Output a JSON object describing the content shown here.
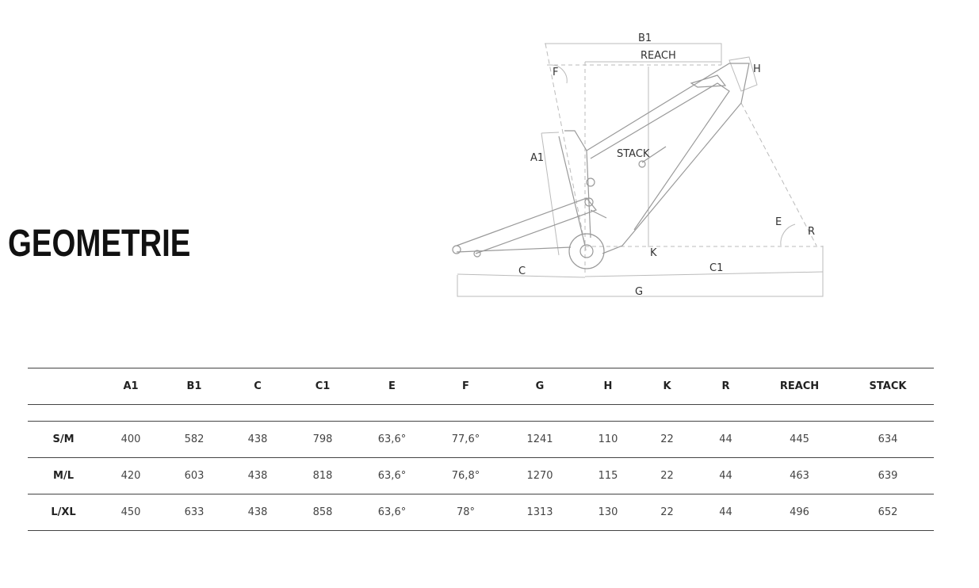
{
  "title": "GEOMETRIE",
  "diagram": {
    "labels": {
      "B1": "B1",
      "REACH": "REACH",
      "F": "F",
      "H": "H",
      "A1": "A1",
      "STACK": "STACK",
      "E": "E",
      "R": "R",
      "K": "K",
      "C": "C",
      "C1": "C1",
      "G": "G"
    }
  },
  "table": {
    "headers": [
      "",
      "A1",
      "B1",
      "C",
      "C1",
      "E",
      "F",
      "G",
      "H",
      "K",
      "R",
      "REACH",
      "STACK"
    ],
    "rows": [
      [
        "S/M",
        "400",
        "582",
        "438",
        "798",
        "63,6°",
        "77,6°",
        "1241",
        "110",
        "22",
        "44",
        "445",
        "634"
      ],
      [
        "M/L",
        "420",
        "603",
        "438",
        "818",
        "63,6°",
        "76,8°",
        "1270",
        "115",
        "22",
        "44",
        "463",
        "639"
      ],
      [
        "L/XL",
        "450",
        "633",
        "438",
        "858",
        "63,6°",
        "78°",
        "1313",
        "130",
        "22",
        "44",
        "496",
        "652"
      ]
    ]
  }
}
